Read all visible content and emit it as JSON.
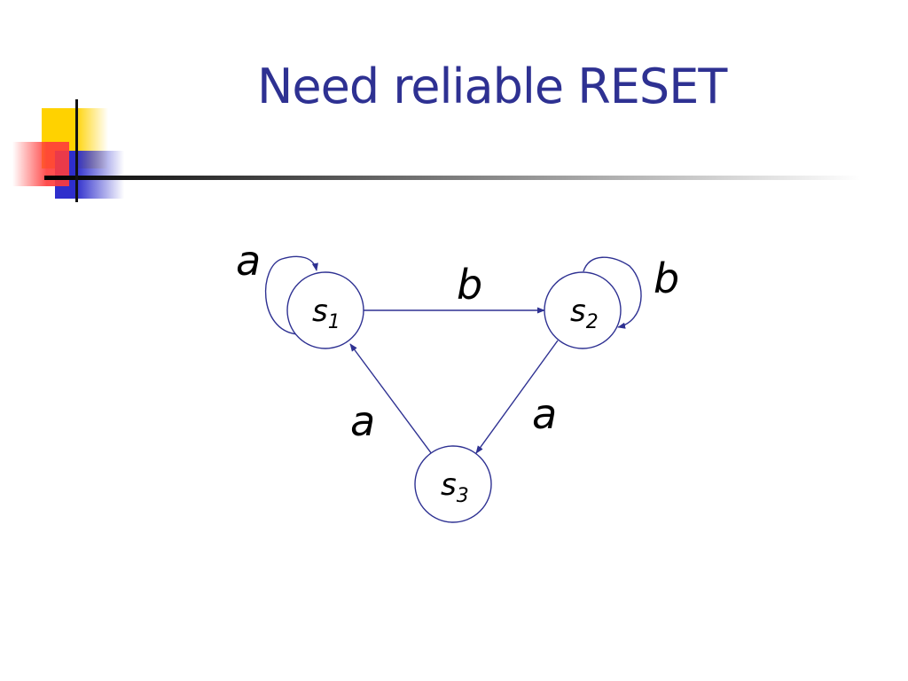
{
  "slide": {
    "title": "Need reliable RESET",
    "colors": {
      "title": "#2e3192",
      "diagram_stroke": "#2e3192",
      "accent_yellow": "#ffd200",
      "accent_red": "#ff3b3b",
      "accent_blue": "#2e2ecc"
    }
  },
  "diagram": {
    "states": [
      {
        "id": "s1",
        "label": "s",
        "subscript": "1"
      },
      {
        "id": "s2",
        "label": "s",
        "subscript": "2"
      },
      {
        "id": "s3",
        "label": "s",
        "subscript": "3"
      }
    ],
    "transitions": [
      {
        "from": "s1",
        "to": "s1",
        "label": "a"
      },
      {
        "from": "s1",
        "to": "s2",
        "label": "b"
      },
      {
        "from": "s2",
        "to": "s2",
        "label": "b"
      },
      {
        "from": "s2",
        "to": "s3",
        "label": "a"
      },
      {
        "from": "s3",
        "to": "s1",
        "label": "a"
      }
    ]
  }
}
